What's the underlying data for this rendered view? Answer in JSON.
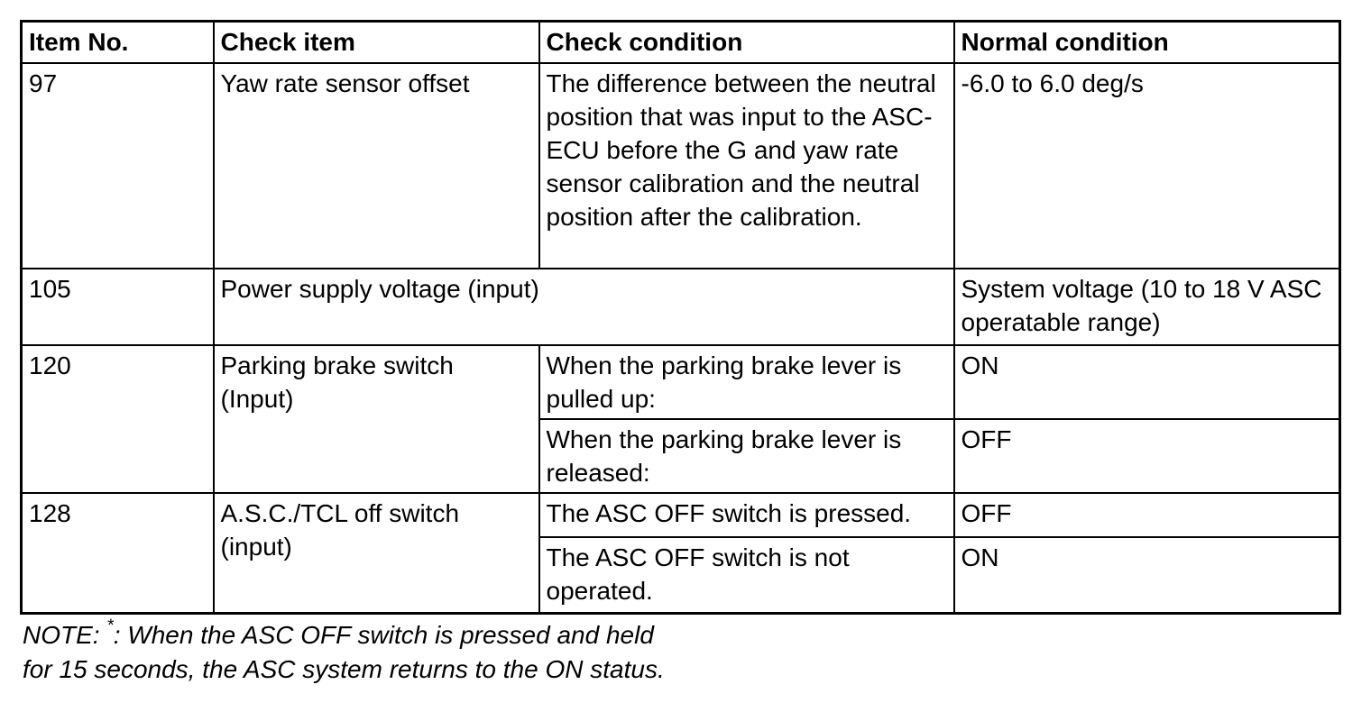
{
  "table": {
    "headers": {
      "item_no": "Item No.",
      "check_item": "Check item",
      "check_condition": "Check condition",
      "normal_condition": "Normal condition"
    },
    "rows": [
      {
        "item_no": "97",
        "check_item": "Yaw rate sensor offset",
        "check_condition": "The difference between the neutral position that was input to the ASC-ECU before the G and yaw rate sensor calibration and the neutral position after the calibration.",
        "normal_condition": "-6.0 to 6.0 deg/s"
      },
      {
        "item_no": "105",
        "check_item_condition_merged": "Power supply voltage (input)",
        "normal_condition": "System voltage (10 to 18 V ASC operatable range)"
      },
      {
        "item_no": "120",
        "check_item": "Parking brake switch (Input)",
        "sub_rows": [
          {
            "check_condition": "When the parking brake lever is pulled up:",
            "normal_condition": "ON"
          },
          {
            "check_condition": "When the parking brake lever is released:",
            "normal_condition": "OFF"
          }
        ]
      },
      {
        "item_no": "128",
        "check_item": "A.S.C./TCL off switch (input)",
        "sub_rows": [
          {
            "check_condition": "The ASC OFF switch is pressed.",
            "normal_condition": "OFF"
          },
          {
            "check_condition": "The ASC OFF switch is not operated.",
            "normal_condition": "ON"
          }
        ]
      }
    ]
  },
  "note": {
    "prefix": "NOTE: ",
    "asterisk": "*",
    "body": ": When the ASC OFF switch is pressed and held for 15 seconds, the ASC system returns to the ON status."
  }
}
